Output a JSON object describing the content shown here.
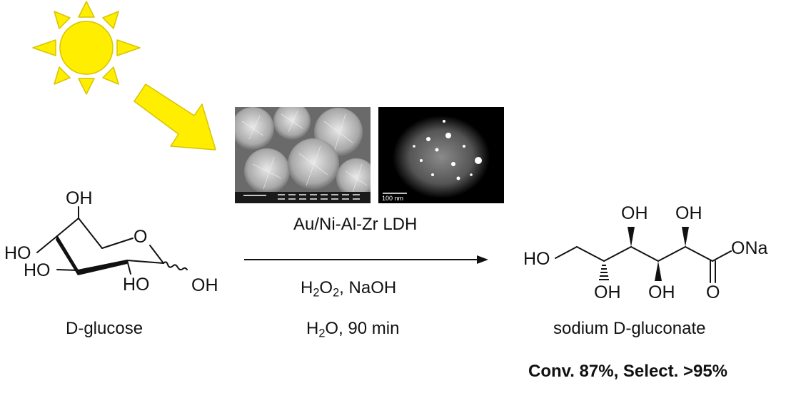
{
  "catalyst": {
    "name": "Au/Ni-Al-Zr LDH",
    "tem_scale_bar": "100 nm"
  },
  "conditions": {
    "reagents": {
      "h2o2_main": "H",
      "h2o2_sub": "2",
      "h2o2_main2": "O",
      "h2o2_sub2": "2",
      "rest": ", NaOH"
    },
    "solvent": {
      "h2o_main": "H",
      "h2o_sub": "2",
      "h2o_main2": "O",
      "rest": ", 90 min"
    }
  },
  "reactant": {
    "name_prefix": "D",
    "name_suffix": "-glucose",
    "atoms": {
      "oh_top": "OH",
      "o_ring": "O",
      "ho_left1": "HO",
      "ho_left2": "HO",
      "ho_bottom": "HO",
      "oh_anomeric": "OH"
    }
  },
  "product": {
    "name_prefix": "sodium ",
    "name_d": "D",
    "name_suffix": "-gluconate",
    "atoms": {
      "ho_left": "HO",
      "oh_top1": "OH",
      "oh_top2": "OH",
      "ona": "ONa",
      "oh_bottom1": "OH",
      "oh_bottom2": "OH",
      "o_carbonyl": "O"
    }
  },
  "result": "Conv. 87%, Select. >95%",
  "colors": {
    "sun": "#ffee00",
    "sun_stroke": "#d8c400",
    "line": "#111111",
    "sem_bg": "#6a6a6a",
    "tem_bg": "#000000"
  },
  "icons": {
    "sun": "sun-icon",
    "light_arrow": "arrow-icon"
  }
}
